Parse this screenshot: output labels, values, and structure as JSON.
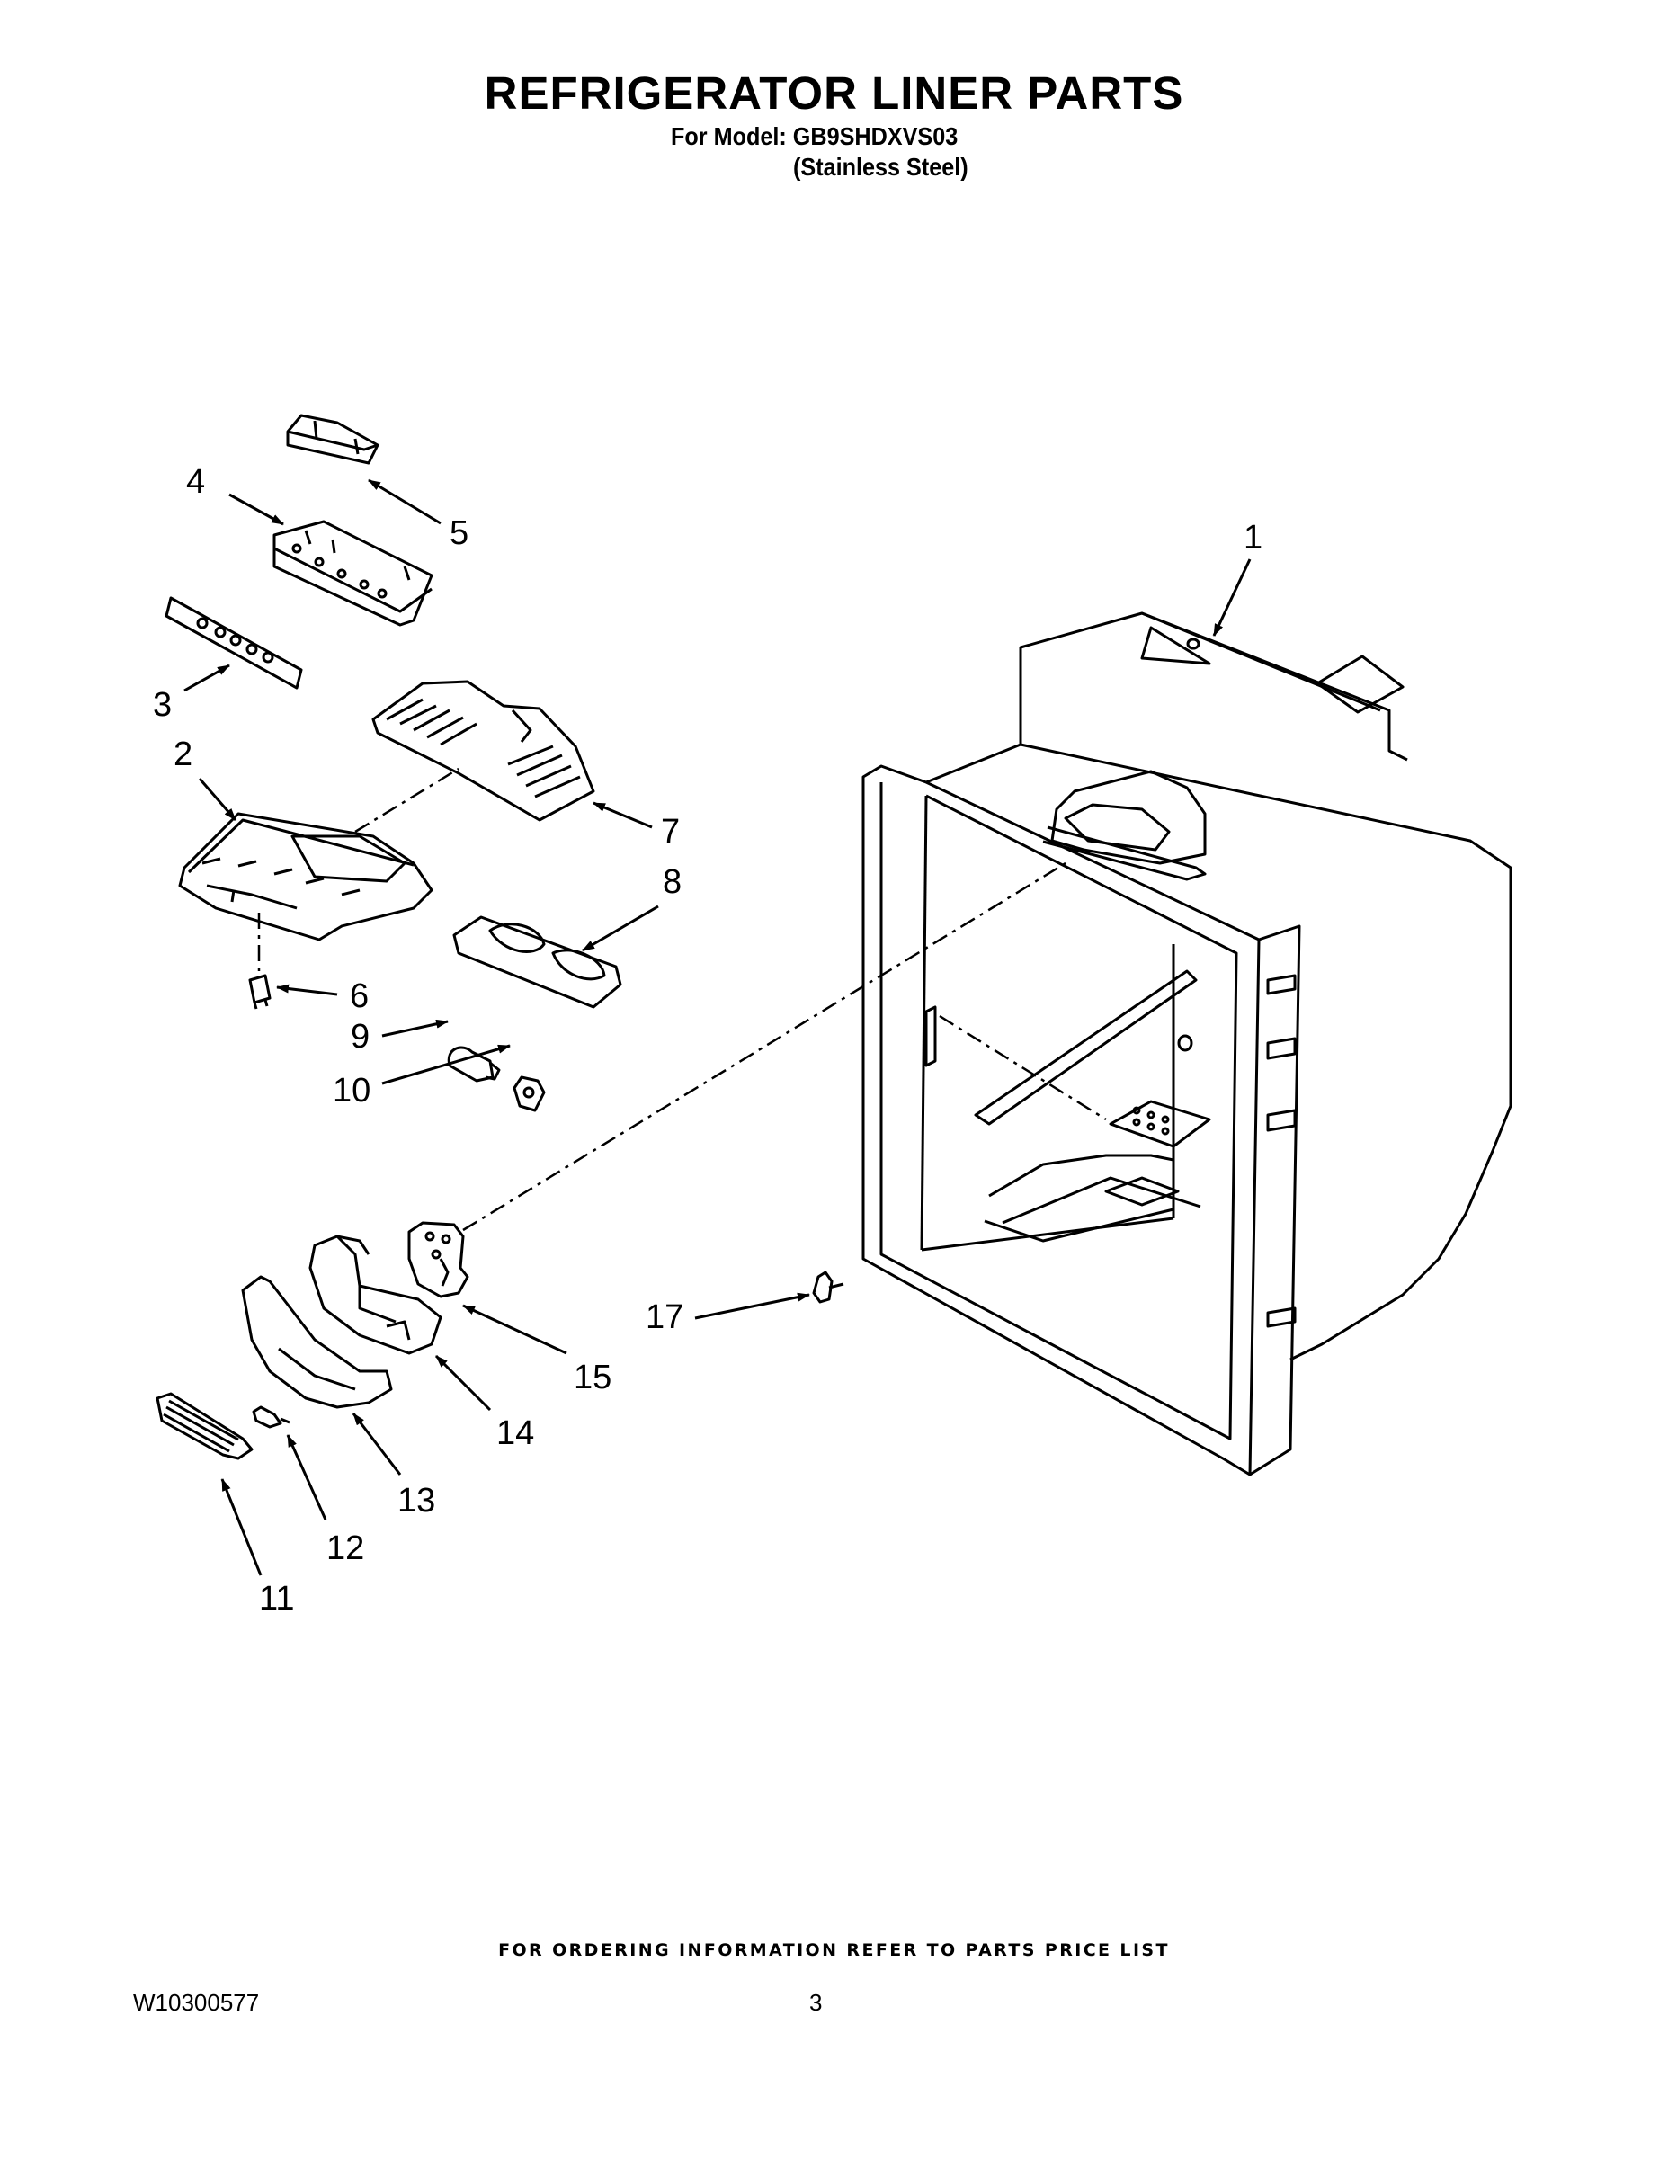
{
  "header": {
    "title": "REFRIGERATOR LINER PARTS",
    "model_line": "For Model: GB9SHDXVS03",
    "finish_line": "(Stainless Steel)"
  },
  "callouts": [
    "1",
    "2",
    "3",
    "4",
    "5",
    "6",
    "7",
    "8",
    "9",
    "10",
    "11",
    "12",
    "13",
    "14",
    "15",
    "17"
  ],
  "footer": {
    "ordering_note": "FOR ORDERING INFORMATION REFER TO PARTS PRICE LIST",
    "document_id": "W10300577",
    "page_number": "3"
  }
}
